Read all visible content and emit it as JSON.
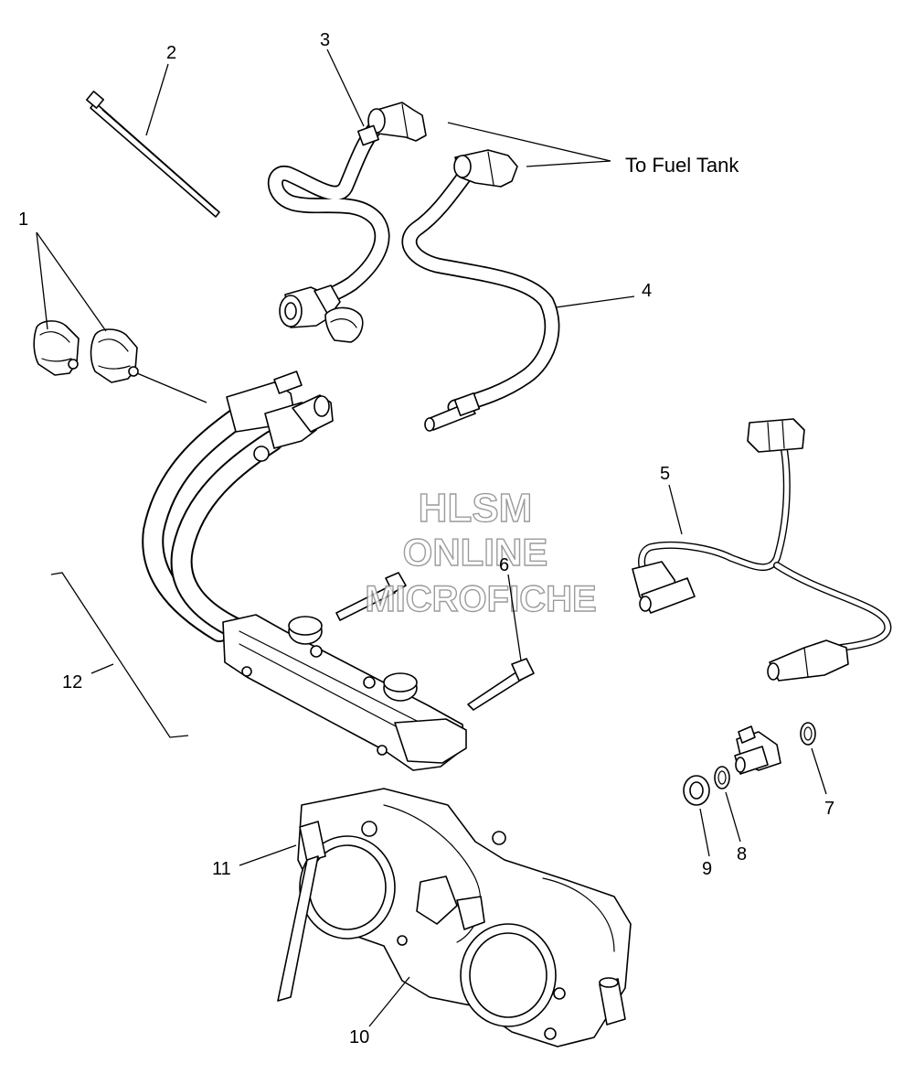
{
  "diagram": {
    "callouts": {
      "c1": "1",
      "c2": "2",
      "c3": "3",
      "c4": "4",
      "c5": "5",
      "c6": "6",
      "c7": "7",
      "c8": "8",
      "c9": "9",
      "c10": "10",
      "c11": "11",
      "c12": "12"
    },
    "annotation": "To Fuel Tank"
  },
  "watermark": {
    "line1": "HLSM",
    "line2": "ONLINE",
    "line3": "MICROFICHE"
  }
}
